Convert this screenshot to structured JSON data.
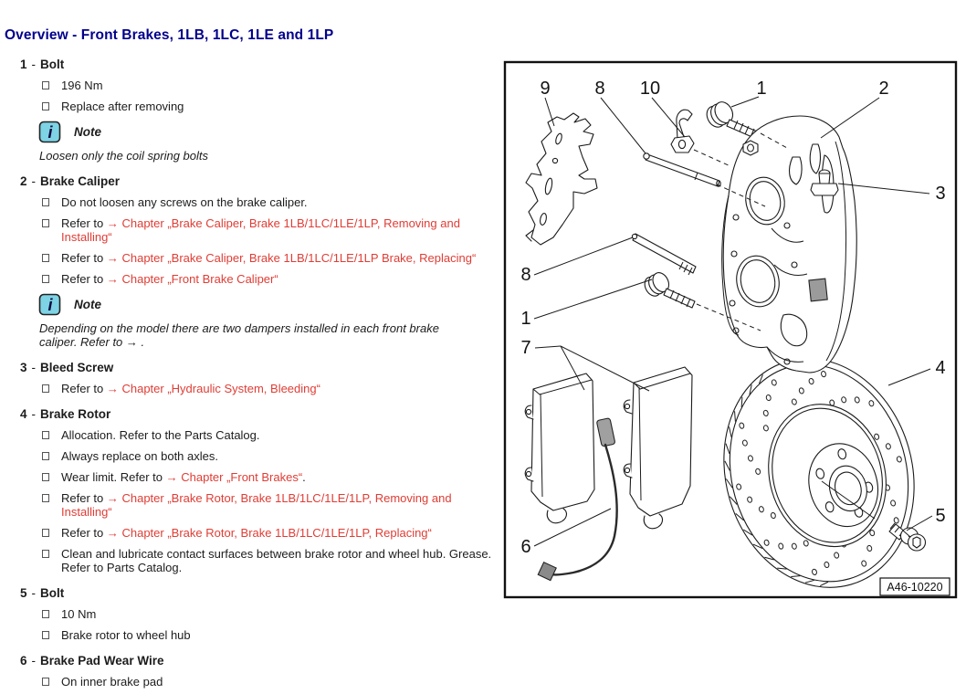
{
  "title": "Overview - Front Brakes, 1LB, 1LC, 1LE and 1LP",
  "ui": {
    "sep": "-"
  },
  "colors": {
    "title_navy": "#00008b",
    "link_red": "#df3d35",
    "note_icon_bg": "#7ed3e4",
    "body_text": "#1c1c1c"
  },
  "items": [
    {
      "num": "1",
      "name": "Bolt",
      "bullets": [
        {
          "pre": "196 Nm"
        },
        {
          "pre": "Replace after removing"
        }
      ],
      "note": {
        "label": "Note",
        "text": "Loosen only the coil spring bolts"
      }
    },
    {
      "num": "2",
      "name": "Brake Caliper",
      "bullets": [
        {
          "pre": "Do not loosen any screws on the brake caliper."
        },
        {
          "pre": "Refer to ",
          "link": "→ Chapter „Brake Caliper, Brake 1LB/1LC/1LE/1LP, Removing and Installing“"
        },
        {
          "pre": "Refer to ",
          "link": "→ Chapter „Brake Caliper, Brake 1LB/1LC/1LE/1LP Brake, Replacing“"
        },
        {
          "pre": "Refer to ",
          "link": "→ Chapter „Front Brake Caliper“"
        }
      ],
      "note": {
        "label": "Note",
        "text": "Depending on the model there are two dampers installed in each front brake caliper. Refer to → ."
      }
    },
    {
      "num": "3",
      "name": "Bleed Screw",
      "bullets": [
        {
          "pre": "Refer to ",
          "link": "→ Chapter „Hydraulic System, Bleeding“"
        }
      ]
    },
    {
      "num": "4",
      "name": "Brake Rotor",
      "bullets": [
        {
          "pre": "Allocation. Refer to the Parts Catalog."
        },
        {
          "pre": "Always replace on both axles."
        },
        {
          "pre": "Wear limit. Refer to ",
          "link": "→ Chapter „Front Brakes“",
          "post": "."
        },
        {
          "pre": "Refer to ",
          "link": "→ Chapter „Brake Rotor, Brake 1LB/1LC/1LE/1LP, Removing and Installing“"
        },
        {
          "pre": "Refer to ",
          "link": "→ Chapter „Brake Rotor, Brake 1LB/1LC/1LE/1LP, Replacing“"
        },
        {
          "pre": "Clean and lubricate contact surfaces between brake rotor and wheel hub. Grease. Refer to Parts Catalog."
        }
      ]
    },
    {
      "num": "5",
      "name": "Bolt",
      "bullets": [
        {
          "pre": "10 Nm"
        },
        {
          "pre": "Brake rotor to wheel hub"
        }
      ]
    },
    {
      "num": "6",
      "name": "Brake Pad Wear Wire",
      "bullets": [
        {
          "pre": "On inner brake pad"
        }
      ]
    }
  ],
  "diagram": {
    "figure_id": "A46-10220",
    "callouts": [
      "9",
      "8",
      "10",
      "1",
      "2",
      "3",
      "8",
      "1",
      "7",
      "4",
      "5",
      "6"
    ]
  }
}
